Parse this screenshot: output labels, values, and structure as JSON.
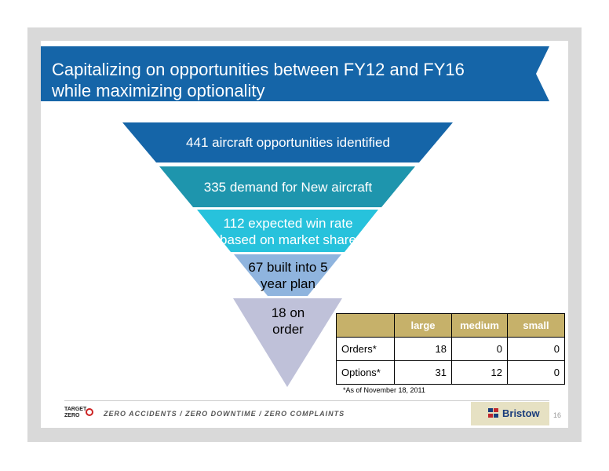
{
  "slide": {
    "title_line1": "Capitalizing on opportunities between FY12 and FY16",
    "title_line2": "while maximizing optionality"
  },
  "funnel": {
    "tiers": [
      {
        "lines": [
          "441 aircraft opportunities identified"
        ],
        "color": "#1565a8",
        "text_color": "#ffffff"
      },
      {
        "lines": [
          "335 demand for New aircraft"
        ],
        "color": "#1e95ad",
        "text_color": "#ffffff"
      },
      {
        "lines": [
          "112 expected win rate",
          "based on market share"
        ],
        "color": "#27c2dc",
        "text_color": "#ffffff"
      },
      {
        "lines": [
          "67 built into 5",
          "year plan"
        ],
        "color": "#8fb4de",
        "text_color": "#000000"
      },
      {
        "lines": [
          "18 on",
          "order"
        ],
        "color": "#bfc1d9",
        "text_color": "#000000"
      }
    ]
  },
  "table": {
    "headers": [
      "",
      "large",
      "medium",
      "small"
    ],
    "rows": [
      {
        "label": "Orders*",
        "values": [
          "18",
          "0",
          "0"
        ]
      },
      {
        "label": "Options*",
        "values": [
          "31",
          "12",
          "0"
        ]
      }
    ],
    "header_color": "#c6b16a"
  },
  "footnote": "*As of November 18, 2011",
  "footer": {
    "logo_line1": "TARGET",
    "logo_line2": "ZERO",
    "slogan": "ZERO ACCIDENTS / ZERO DOWNTIME / ZERO COMPLAINTS",
    "brand": "Bristow",
    "page_number": "16"
  }
}
